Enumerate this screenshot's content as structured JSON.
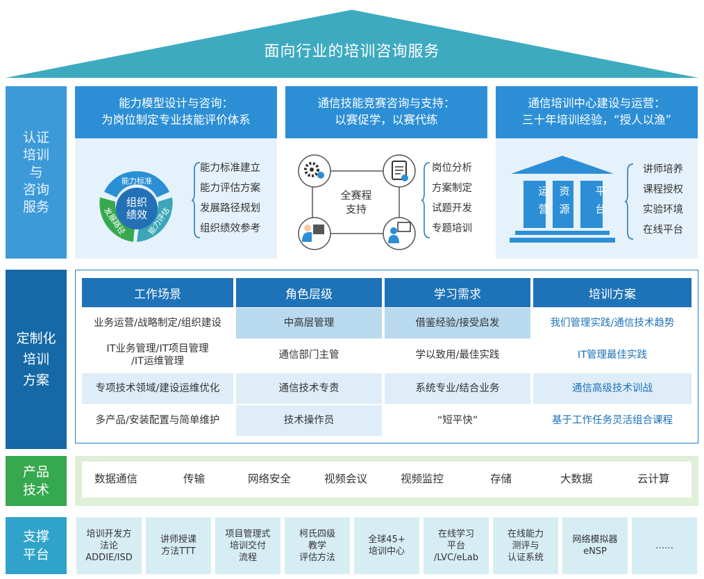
{
  "roof_title": "面向行业的培训咨询服务",
  "sections": {
    "cert": "认证\n培训\n与\n咨询\n服务",
    "custom": "定制化\n培训\n方案",
    "product": "产品\n技术",
    "support": "支撑\n平台"
  },
  "cards": [
    {
      "heading": "能力模型设计与咨询：\n为岗位制定专业技能评价体系",
      "cycle": {
        "center": "组织\n绩效",
        "top": "能力标准",
        "right": "能力评估",
        "left": "发展路径"
      },
      "items": [
        "能力标准建立",
        "能力评估方案",
        "发展路径规划",
        "组织绩效参考"
      ]
    },
    {
      "heading": "通信技能竞赛咨询与支持：\n以赛促学，以赛代练",
      "center": "全赛程\n支持",
      "items": [
        "岗位分析",
        "方案制定",
        "试题开发",
        "专题培训"
      ]
    },
    {
      "heading": "通信培训中心建设与运营：\n三十年培训经验，“授人以渔”",
      "pillars": [
        "运\n营",
        "资\n源",
        "平\n台"
      ],
      "items": [
        "讲师培养",
        "课程授权",
        "实验环境",
        "在线平台"
      ]
    }
  ],
  "table": {
    "headers": [
      "工作场景",
      "角色层级",
      "学习需求",
      "培训方案"
    ],
    "rows": [
      [
        "业务运营/战略制定/组织建设",
        "中高层管理",
        "借鉴经验/接受启发",
        "我们管理实践/通信技术趋势"
      ],
      [
        "IT业务管理/IT项目管理\n/IT运维管理",
        "通信部门主管",
        "学以致用/最佳实践",
        "IT管理最佳实践"
      ],
      [
        "专项技术领域/建设运维优化",
        "通信技术专责",
        "系统专业/结合业务",
        "通信高级技术训战"
      ],
      [
        "多产品/安装配置与简单维护",
        "技术操作员",
        "“短平快”",
        "基于工作任务灵活组合课程"
      ]
    ]
  },
  "products": [
    "数据通信",
    "传输",
    "网络安全",
    "视频会议",
    "视频监控",
    "存储",
    "大数据",
    "云计算"
  ],
  "support_items": [
    "培训开发方\n法论\nADDIE/ISD",
    "讲师授课\n方法TTT",
    "项目管理式\n培训交付\n流程",
    "柯氏四级\n教学\n评估方法",
    "全球45+\n培训中心",
    "在线学习\n平台\n/LVC/eLab",
    "在线能力\n测评与\n认证系统",
    "网络模拟器\neNSP",
    "……"
  ],
  "colors": {
    "roof": "#3eaac0",
    "card_head": "#2c8fd6",
    "table_head": "#1e72b8",
    "cycle_blue": "#2a8fd4",
    "cycle_teal": "#3aa6b8",
    "cycle_green": "#36a84e"
  }
}
